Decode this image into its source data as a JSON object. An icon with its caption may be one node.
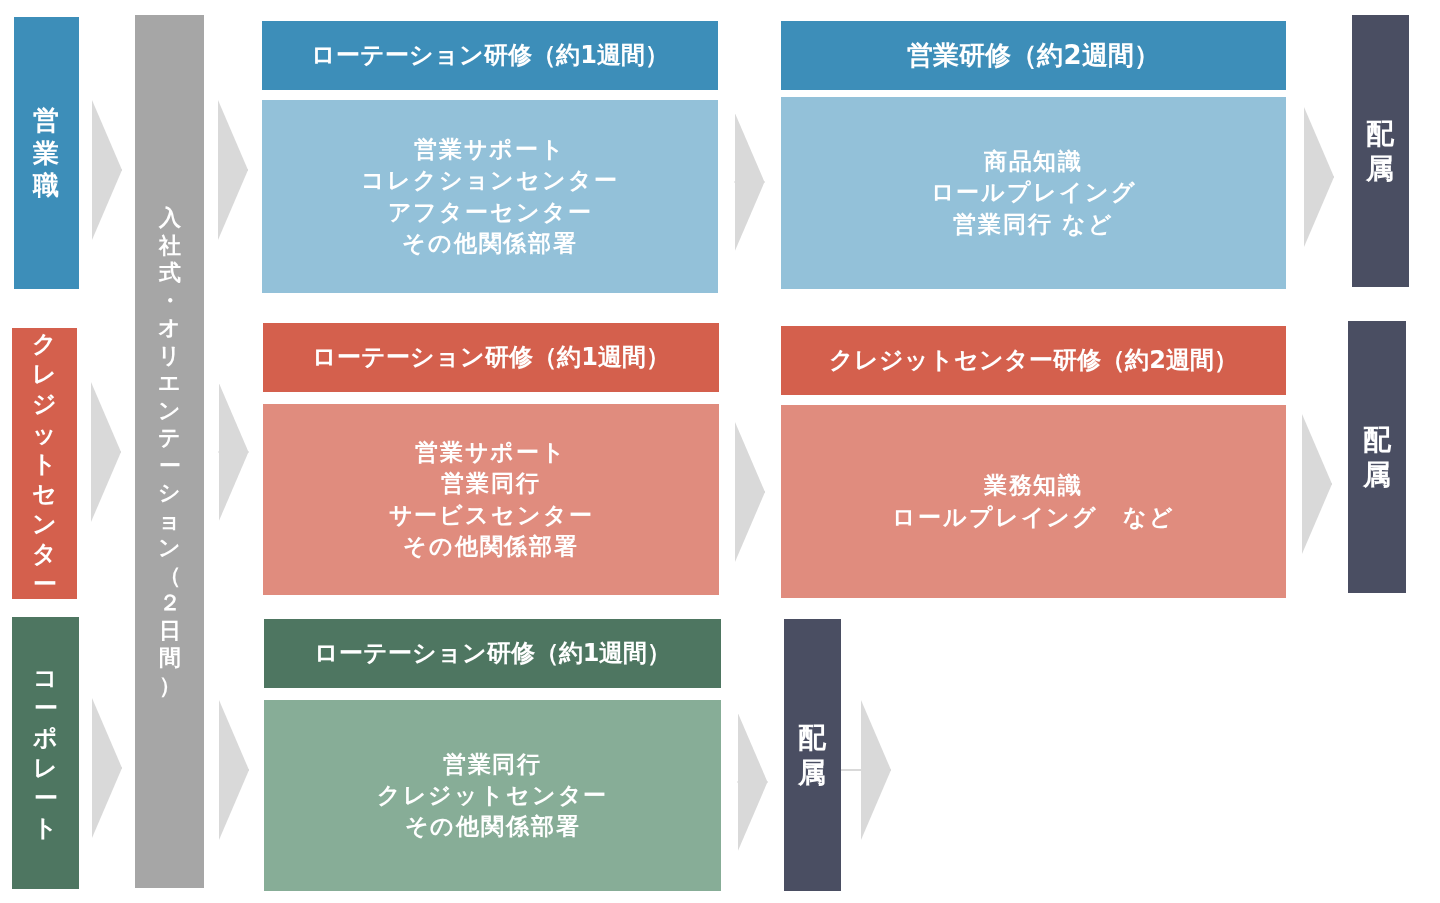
{
  "diagram": {
    "nodes": [
      {
        "text": [
          "営業職"
        ]
      },
      {
        "text": [
          "クレジットセンター"
        ]
      },
      {
        "text": [
          "コーポレート"
        ]
      },
      {
        "text": [
          "入社式・オリエンテーション（２日間）"
        ]
      },
      {
        "text": [
          "ローテーション研修（約1週間）"
        ]
      },
      {
        "text": [
          "営業サポートコレクションセンターアフターセンターその他関係部署"
        ]
      },
      {
        "text": [
          "営業研修（約2週間）"
        ]
      },
      {
        "text": [
          "商品知識ロールプレイング営業同行 など"
        ]
      },
      {
        "text": [
          "配属"
        ]
      },
      {
        "text": [
          "ローテーション研修（約1週間）"
        ]
      },
      {
        "text": [
          "営業サポート営業同行サービスセンターその他関係部署"
        ]
      },
      {
        "text": [
          "クレジットセンター研修（約2週間）"
        ]
      },
      {
        "text": [
          "業務知識ロールプレイング　など"
        ]
      },
      {
        "text": [
          "配属"
        ]
      },
      {
        "text": [
          "ローテーション研修（約1週間）"
        ]
      },
      {
        "text": [
          "営業同行クレジットセンターその他関係部署"
        ]
      },
      {
        "text": [
          "配属"
        ]
      }
    ],
    "edges": [
      {
        "from": 0,
        "to": 3,
        "arrow": "to"
      },
      {
        "from": 1,
        "to": 3,
        "arrow": "to"
      },
      {
        "from": 2,
        "to": 3,
        "arrow": "to"
      },
      {
        "from": 3,
        "to": 5,
        "arrow": "to"
      },
      {
        "from": 3,
        "to": 10,
        "arrow": "to"
      },
      {
        "from": 3,
        "to": 15,
        "arrow": "to"
      },
      {
        "from": 5,
        "to": 7,
        "arrow": "to"
      },
      {
        "from": 7,
        "to": 8,
        "arrow": "to"
      },
      {
        "from": 10,
        "to": 12,
        "arrow": "to"
      },
      {
        "from": 12,
        "to": 13,
        "arrow": "to"
      },
      {
        "from": 15,
        "to": 16,
        "arrow": "to"
      },
      {
        "from": 16,
        "to": null,
        "arrow": "to"
      }
    ]
  }
}
